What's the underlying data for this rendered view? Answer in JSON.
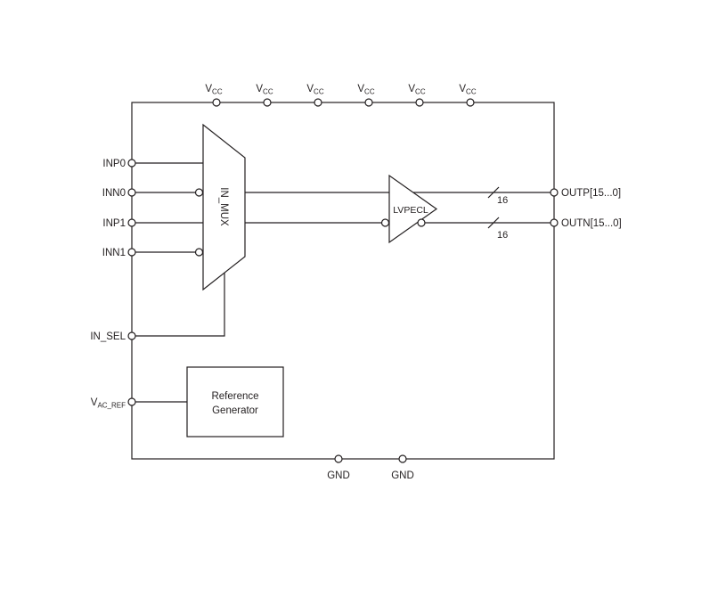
{
  "diagram": {
    "power": {
      "main": "V",
      "sub": "CC"
    },
    "ground": {
      "label": "GND"
    },
    "inputs": {
      "inp0": "INP0",
      "inn0": "INN0",
      "inp1": "INP1",
      "inn1": "INN1",
      "in_sel": "IN_SEL",
      "vac_ref_main": "V",
      "vac_ref_sub": "AC_REF"
    },
    "outputs": {
      "outp": "OUTP[15...0]",
      "outn": "OUTN[15...0]",
      "bus_width": "16"
    },
    "blocks": {
      "mux": "IN_MUX",
      "buffer": "LVPECL",
      "refgen_line1": "Reference",
      "refgen_line2": "Generator"
    },
    "colors": {
      "line": "#231f20",
      "background": "#ffffff"
    }
  }
}
